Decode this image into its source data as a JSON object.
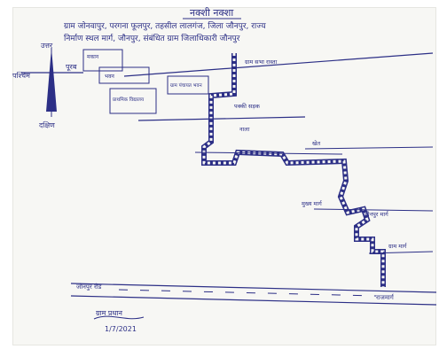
{
  "map": {
    "title": "नक्शी नक्शा",
    "header_line_1": "ग्राम जोनवापुर, परगना फूलपुर, तहसील लालगंज, जिला जौनपुर, राज्य",
    "header_line_2": "निर्माण स्थल मार्ग, जौनपुर, संबंधित ग्राम जिलाधिकारी जौनपुर",
    "compass": {
      "north": "उत्तर",
      "east": "पूरब",
      "west": "पश्चिम",
      "south": "दक्षिण"
    },
    "labels": {
      "building_1": "मकान",
      "building_2": "भवन",
      "building_3": "ग्राम पंचायत भवन",
      "building_4": "प्राथमिक विद्यालय",
      "road_1": "ग्राम सभा रास्ता",
      "road_2": "पक्की सड़क",
      "road_3": "नाला",
      "road_4": "खेत",
      "road_5": "मुख्य मार्ग",
      "road_6": "जौनपुर मार्ग",
      "road_7": "ग्राम मार्ग",
      "main_road": "जौनपुर रोड",
      "main_road_end": "राजमार्ग",
      "signature": "ग्राम प्रधान",
      "date": "1/7/2021"
    }
  }
}
